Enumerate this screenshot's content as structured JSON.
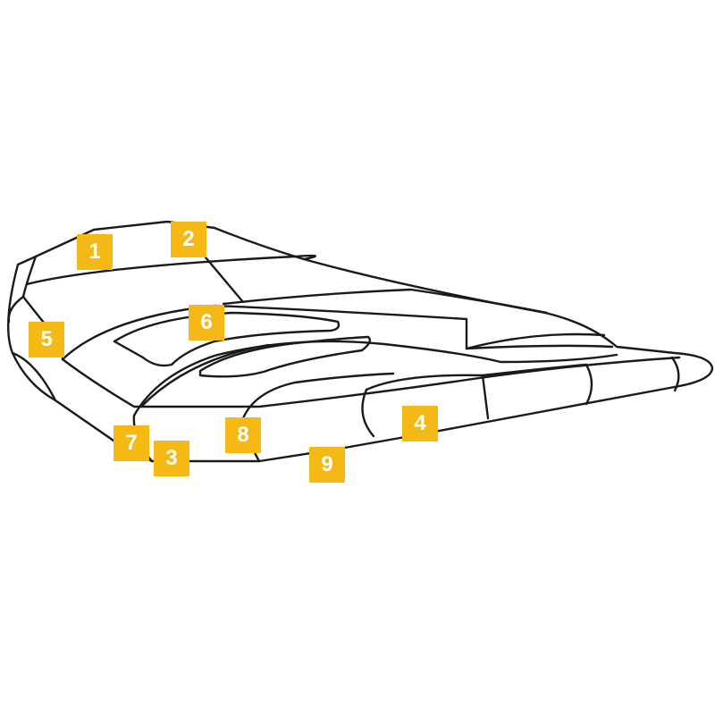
{
  "colors": {
    "outline": "#1a1a1a",
    "callout_fill": "#f5b916",
    "callout_text": "#ffffff",
    "background": "#ffffff"
  },
  "callouts": [
    {
      "id": "1",
      "label": "1"
    },
    {
      "id": "2",
      "label": "2"
    },
    {
      "id": "3",
      "label": "3"
    },
    {
      "id": "4",
      "label": "4"
    },
    {
      "id": "5",
      "label": "5"
    },
    {
      "id": "6",
      "label": "6"
    },
    {
      "id": "7",
      "label": "7"
    },
    {
      "id": "8",
      "label": "8"
    },
    {
      "id": "9",
      "label": "9"
    }
  ]
}
